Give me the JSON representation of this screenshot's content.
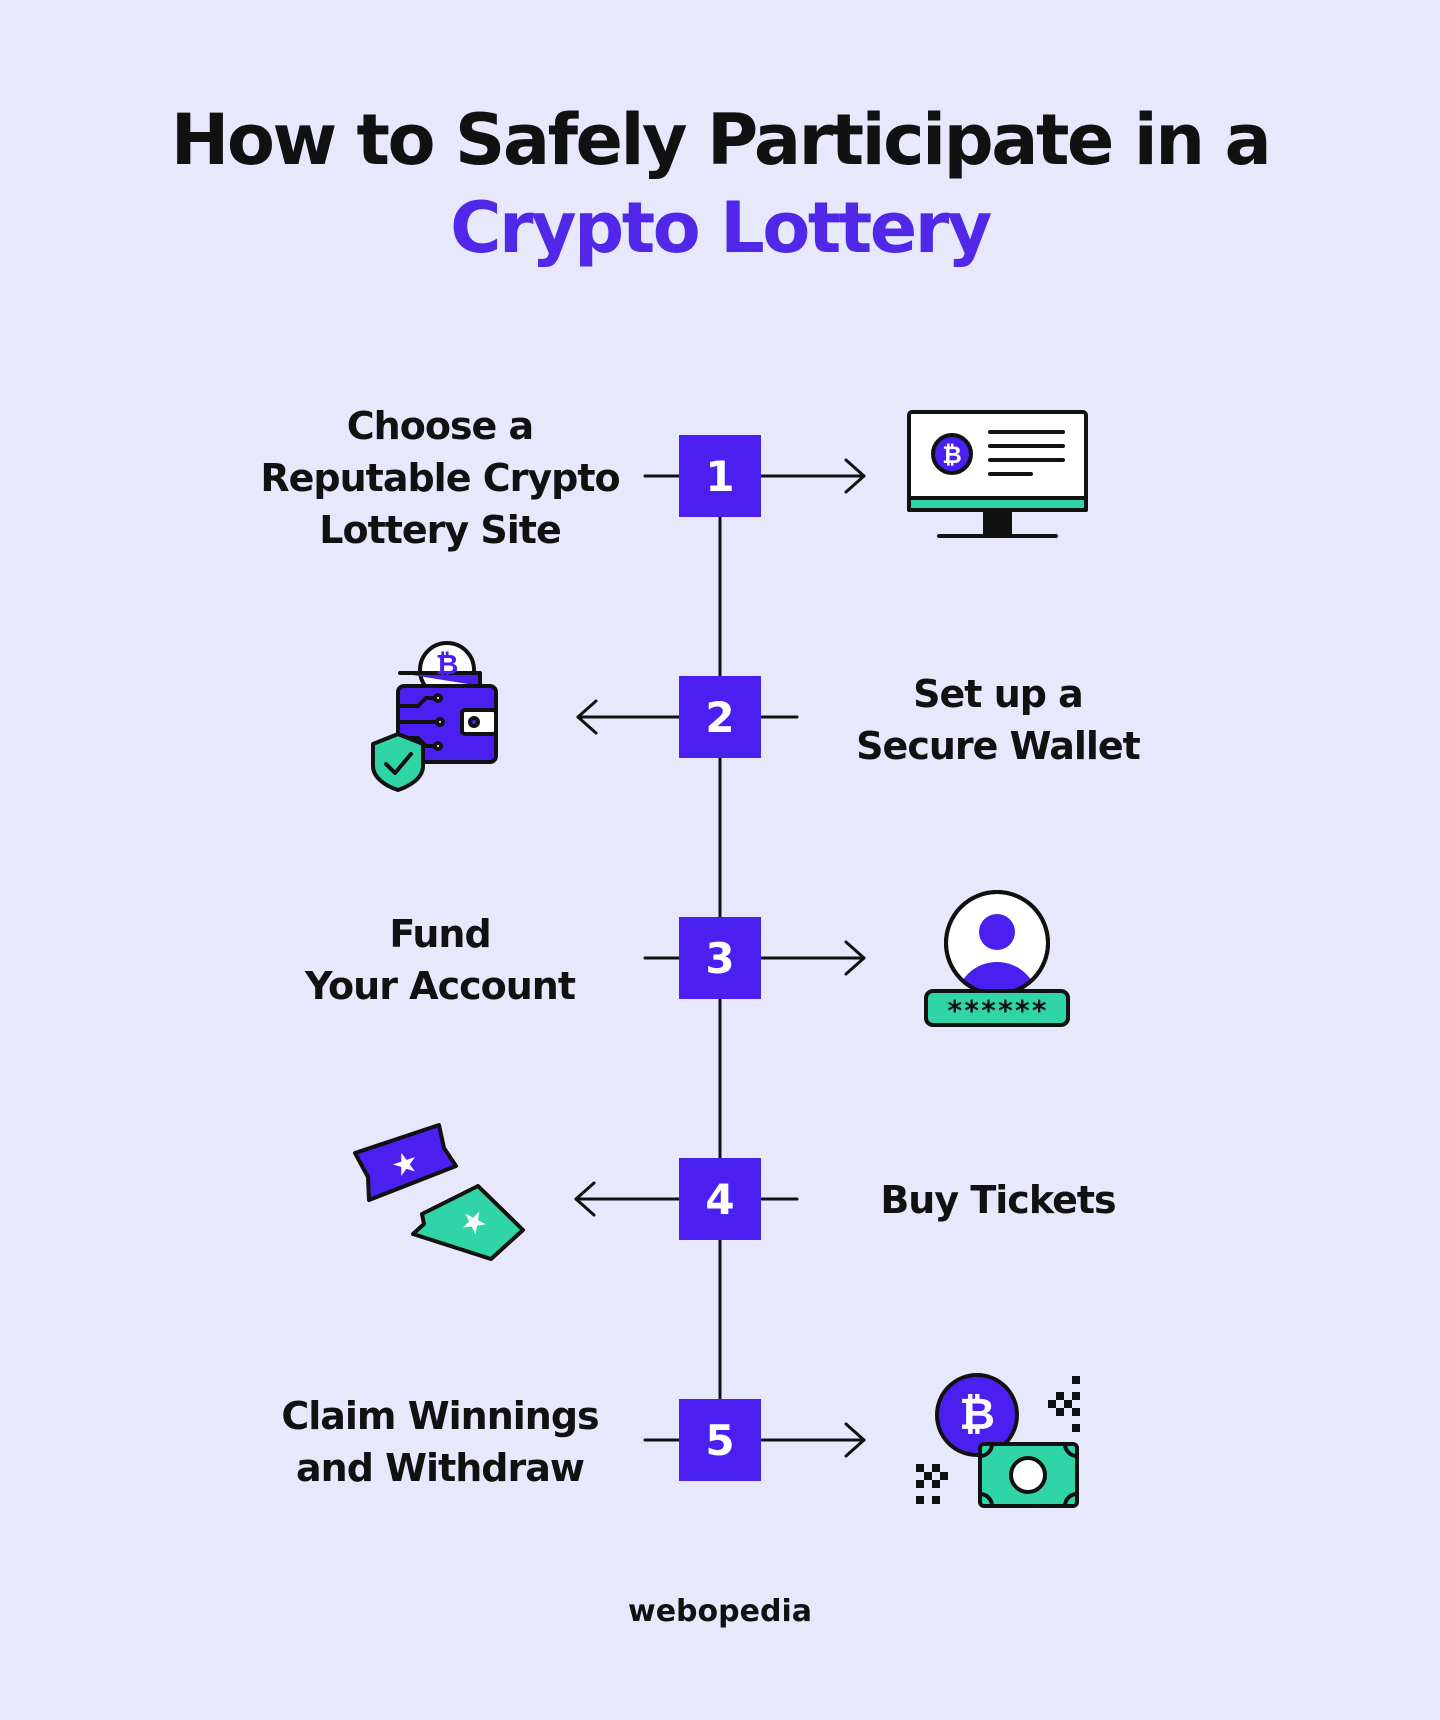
{
  "title": {
    "line1": "How to Safely Participate in a",
    "line2": "Crypto Lottery"
  },
  "steps": [
    {
      "number": "1",
      "lines": [
        "Choose a",
        "Reputable Crypto",
        "Lottery Site"
      ],
      "icon": "computer-monitor-bitcoin-icon"
    },
    {
      "number": "2",
      "lines": [
        "Set up a",
        "Secure Wallet"
      ],
      "icon": "wallet-shield-bitcoin-icon"
    },
    {
      "number": "3",
      "lines": [
        "Fund",
        "Your Account"
      ],
      "icon": "user-account-password-icon"
    },
    {
      "number": "4",
      "lines": [
        "Buy Tickets"
      ],
      "icon": "tickets-icon"
    },
    {
      "number": "5",
      "lines": [
        "Claim Winnings",
        "and Withdraw"
      ],
      "icon": "bitcoin-cash-exchange-icon"
    }
  ],
  "password_mask": "******",
  "footer": {
    "brand": "webopedia"
  },
  "colors": {
    "background": "#E7E8FB",
    "accent": "#4A1FF0",
    "teal": "#2FD5A6",
    "text": "#111111"
  }
}
